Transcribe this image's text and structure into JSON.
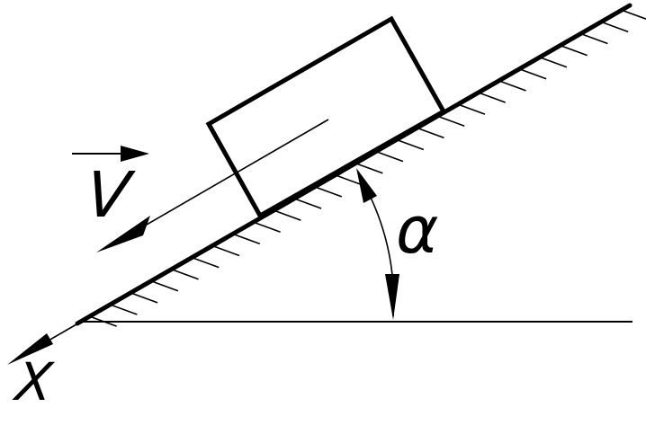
{
  "labels": {
    "velocity": "V",
    "angle": "α",
    "axis": "X"
  },
  "colors": {
    "stroke": "#000000",
    "background": "#ffffff"
  }
}
